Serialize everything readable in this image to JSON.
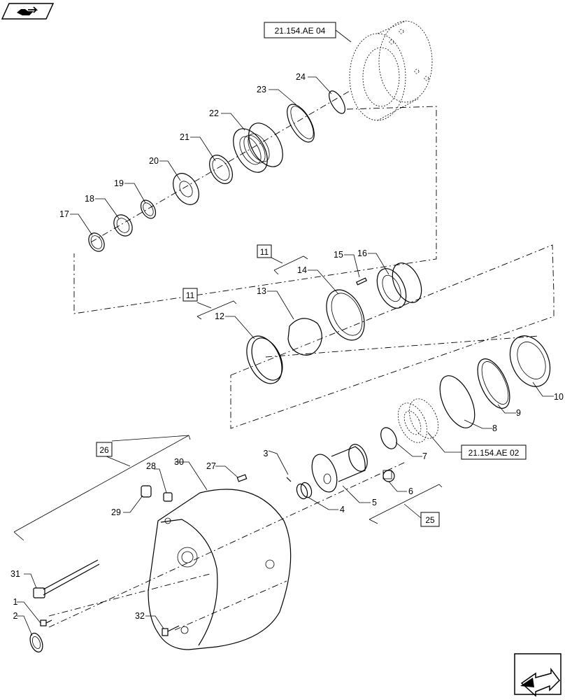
{
  "icons": {
    "top_left": "book-arrow-icon",
    "bottom_right": "next-page-arrow-icon"
  },
  "refs": {
    "ref_21154ae04": "21.154.AE 04",
    "ref_21154ae02": "21.154.AE 02",
    "ref_11_a": "11",
    "ref_11_b": "11",
    "ref_26": "26",
    "ref_25": "25"
  },
  "parts": {
    "p1": "1",
    "p2": "2",
    "p3": "3",
    "p4": "4",
    "p5": "5",
    "p6": "6",
    "p7": "7",
    "p8": "8",
    "p9": "9",
    "p10": "10",
    "p12": "12",
    "p13": "13",
    "p14": "14",
    "p15": "15",
    "p16": "16",
    "p17": "17",
    "p18": "18",
    "p19": "19",
    "p20": "20",
    "p21": "21",
    "p22": "22",
    "p23": "23",
    "p24": "24",
    "p27": "27",
    "p28": "28",
    "p29": "29",
    "p30": "30",
    "p31": "31",
    "p32": "32"
  }
}
